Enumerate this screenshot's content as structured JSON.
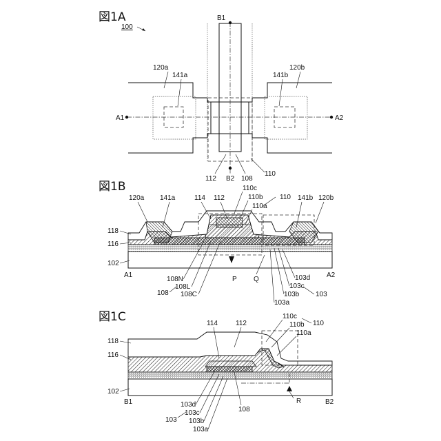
{
  "fig1a": {
    "title": "図1A",
    "ref": "100",
    "labels": {
      "b1": "B1",
      "b2": "B2",
      "a1": "A1",
      "a2": "A2",
      "l120a": "120a",
      "l120b": "120b",
      "l141a": "141a",
      "l141b": "141b",
      "l112": "112",
      "l108": "108",
      "l110": "110"
    }
  },
  "fig1b": {
    "title": "図1B",
    "labels": {
      "l120a": "120a",
      "l141a": "141a",
      "l114": "114",
      "l112": "112",
      "l110c": "110c",
      "l110b": "110b",
      "l110a": "110a",
      "l110": "110",
      "l141b": "141b",
      "l120b": "120b",
      "l118": "118",
      "l116": "116",
      "l102": "102",
      "a1": "A1",
      "a2": "A2",
      "l108N": "108N",
      "l108L": "108L",
      "l108C": "108C",
      "l108": "108",
      "p": "P",
      "q": "Q",
      "l103d": "103d",
      "l103c": "103c",
      "l103b": "103b",
      "l103a": "103a",
      "l103": "103"
    }
  },
  "fig1c": {
    "title": "図1C",
    "labels": {
      "l114": "114",
      "l112": "112",
      "l110c": "110c",
      "l110b": "110b",
      "l110a": "110a",
      "l110": "110",
      "l118": "118",
      "l116": "116",
      "l102": "102",
      "b1": "B1",
      "b2": "B2",
      "r": "R",
      "l103d": "103d",
      "l103c": "103c",
      "l103b": "103b",
      "l103a": "103a",
      "l103": "103",
      "l108": "108"
    }
  }
}
